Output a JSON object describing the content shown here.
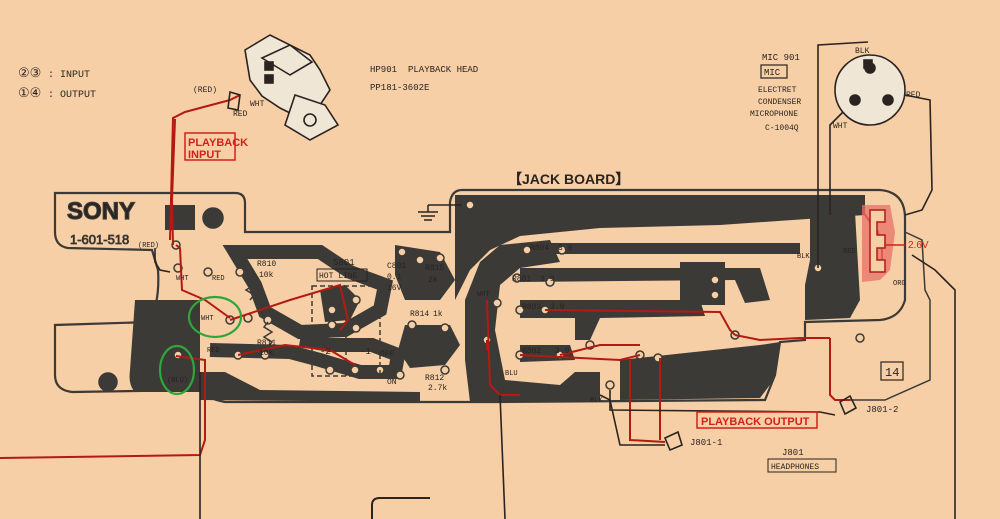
{
  "colors": {
    "paper": "#f6cfa6",
    "trace": "#3c3a36",
    "wire_red": "#b21a12",
    "label_red": "#d3201a",
    "highlight": "#2fa63a",
    "pad_hole": "#f6cfa6"
  },
  "legend": {
    "input_nums": "②③",
    "input_label": ": INPUT",
    "output_nums": "①④",
    "output_label": ": OUTPUT"
  },
  "head": {
    "ref": "HP901",
    "name": "PLAYBACK HEAD",
    "part": "PP181-3602E",
    "wire_red": "(RED)",
    "wire_red2": "RED",
    "wire_wht": "WHT"
  },
  "playback_input": {
    "line1": "PLAYBACK",
    "line2": "INPUT"
  },
  "mic": {
    "ref": "MIC 901",
    "box": "MIC",
    "line1": "ELECTRET",
    "line2": "CONDENSER",
    "line3": "MICROPHONE",
    "part": "C-1004Q",
    "blk": "BLK",
    "red": "RED",
    "wht": "WHT"
  },
  "board": {
    "title": "【JACK BOARD】",
    "brand": "SONY",
    "number": "1-601-518",
    "page_num": "14"
  },
  "labels": {
    "red_paren": "(RED)",
    "wht_1": "WHT",
    "red_1": "RED",
    "wht_2": "WHT",
    "red_2": "RED",
    "blu": "(BLU)",
    "r810": "R810",
    "r810v": "10k",
    "r811": "R811",
    "r811v": "10k",
    "s801": "S801",
    "hot_line": "HOT LINE",
    "neg2": "-2",
    "neg1": "-1",
    "off": "OFF",
    "on": "ON",
    "c801": "C801",
    "c801a": "0.1",
    "c801b": "16V",
    "r815": "R815",
    "r815v": "2k",
    "r814": "R814",
    "r814v": "1k",
    "r812": "R812",
    "r812v": "2.7k",
    "wht_3": "WHT",
    "blu_2": "BLU",
    "r804": "R804",
    "r804v": "3.9",
    "r801": "R801",
    "r801v": "3.9",
    "r803": "R803",
    "r803v": "3.9",
    "r802": "R802",
    "r802v": "3.9",
    "blk_1": "BLK",
    "red_3": "RED",
    "org": "ORG",
    "blk_2": "BLK",
    "volt": "2.6V",
    "j801_1": "J801-1",
    "j801_2": "J801-2",
    "playback_output": "PLAYBACK OUTPUT",
    "j801": "J801",
    "headphones": "HEADPHONES"
  }
}
